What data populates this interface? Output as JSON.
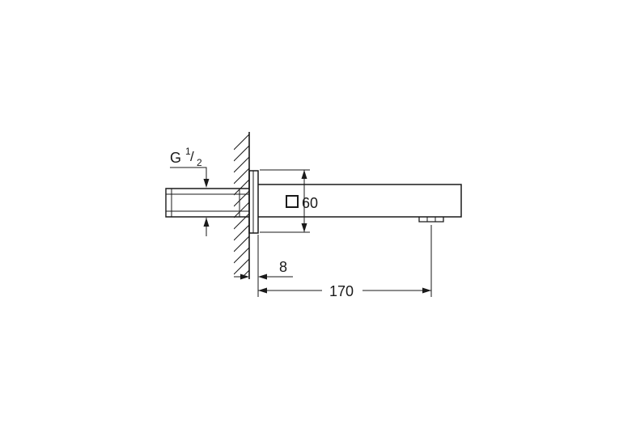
{
  "labels": {
    "thread_prefix": "G",
    "thread_numerator": "1",
    "thread_slash": "/",
    "thread_denominator": "2",
    "square_size": "60",
    "wall_offset": "8",
    "spout_reach": "170"
  },
  "colors": {
    "line": "#1a1a1a",
    "background": "#ffffff"
  },
  "icons": {
    "square_symbol": "square-dimension-icon"
  }
}
